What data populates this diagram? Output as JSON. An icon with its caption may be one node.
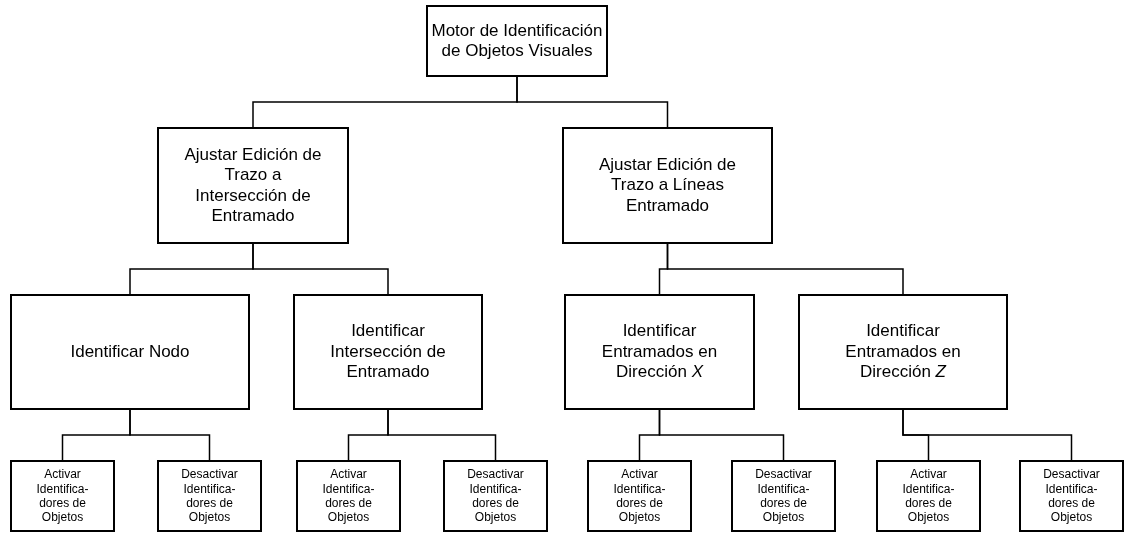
{
  "diagram": {
    "nodes": [
      {
        "text": [
          "Motor de Identificación de Objetos Visuales"
        ]
      },
      {
        "text": [
          "Ajustar Edición de Trazo a Intersección de Entramado"
        ]
      },
      {
        "text": [
          "Ajustar Edición de Trazo a Líneas Entramado"
        ]
      },
      {
        "text": [
          "Identificar Nodo"
        ]
      },
      {
        "text": [
          "Identificar Intersección de Entramado"
        ]
      },
      {
        "text": [
          "Identificar Entramados en Dirección *X*"
        ]
      },
      {
        "text": [
          "Identificar Entramados en Dirección *Z*"
        ]
      },
      {
        "text": [
          "Activar Identifica-dores de Objetos"
        ]
      },
      {
        "text": [
          "Desactivar Identifica-dores de Objetos"
        ]
      },
      {
        "text": [
          "Activar Identifica-dores de Objetos"
        ]
      },
      {
        "text": [
          "Desactivar Identifica-dores de Objetos"
        ]
      },
      {
        "text": [
          "Activar Identifica-dores de Objetos"
        ]
      },
      {
        "text": [
          "Desactivar Identifica-dores de Objetos"
        ]
      },
      {
        "text": [
          "Activar Identifica-dores de Objetos"
        ]
      },
      {
        "text": [
          "Desactivar Identifica-dores de Objetos"
        ]
      }
    ],
    "edges": [
      {
        "from": 0,
        "to": 1,
        "arrow": "none"
      },
      {
        "from": 0,
        "to": 2,
        "arrow": "none"
      },
      {
        "from": 1,
        "to": 3,
        "arrow": "none"
      },
      {
        "from": 1,
        "to": 4,
        "arrow": "none"
      },
      {
        "from": 2,
        "to": 5,
        "arrow": "none"
      },
      {
        "from": 2,
        "to": 6,
        "arrow": "none"
      },
      {
        "from": 3,
        "to": 7,
        "arrow": "none"
      },
      {
        "from": 3,
        "to": 8,
        "arrow": "none"
      },
      {
        "from": 4,
        "to": 9,
        "arrow": "none"
      },
      {
        "from": 4,
        "to": 10,
        "arrow": "none"
      },
      {
        "from": 5,
        "to": 11,
        "arrow": "none"
      },
      {
        "from": 5,
        "to": 12,
        "arrow": "none"
      },
      {
        "from": 6,
        "to": 13,
        "arrow": "none"
      },
      {
        "from": 6,
        "to": 14,
        "arrow": "none"
      }
    ]
  }
}
